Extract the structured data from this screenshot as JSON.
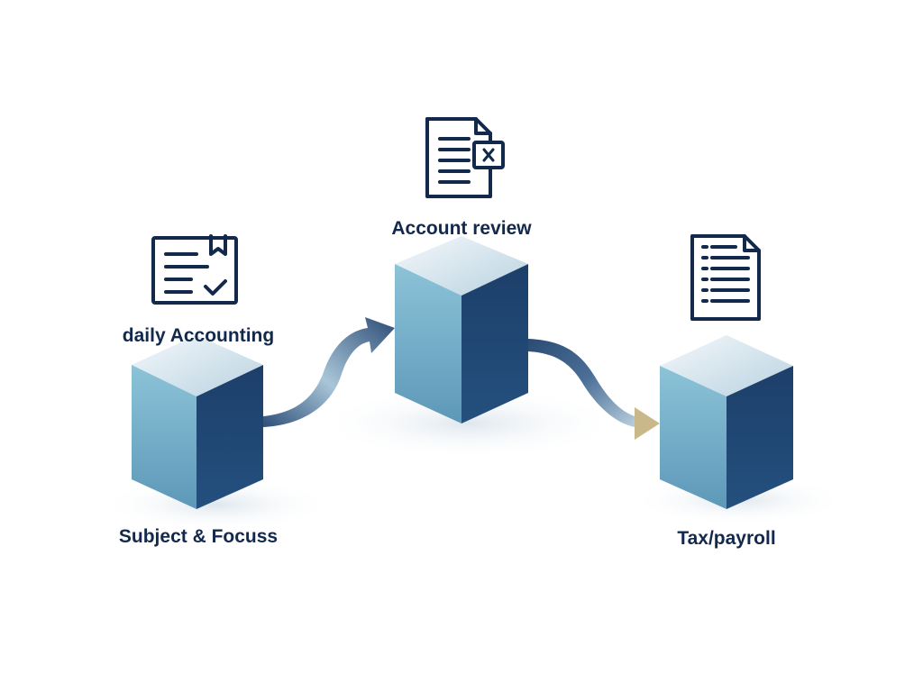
{
  "labels": {
    "daily_accounting": "daily Accounting",
    "account_review": "Account review",
    "subject_focus": "Subject & Focuss",
    "tax_payroll": "Tax/payroll"
  },
  "colors": {
    "text": "#13294b",
    "cube_left_face": "#6aa9c4",
    "cube_right_face": "#1f4573",
    "cube_top_face": "#dfeaf1",
    "arrow_dark": "#2e4f79",
    "arrow_light": "#a7c7d8",
    "arrow_tip_gold": "#c9b98a",
    "icon_stroke": "#13294b"
  }
}
